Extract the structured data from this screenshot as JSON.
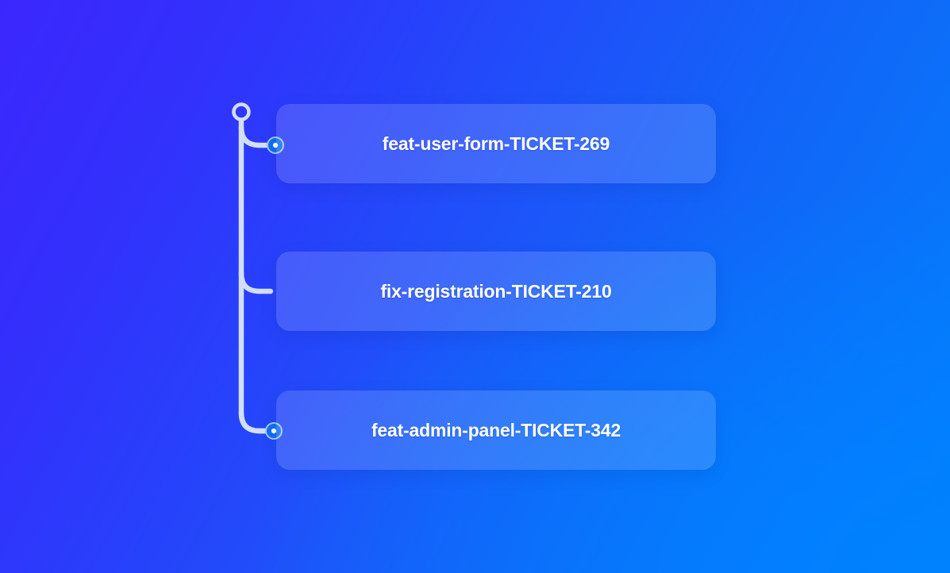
{
  "view": {
    "title": "Branch Graph",
    "background_from": "#3B27FD",
    "background_to": "#027FFD"
  },
  "graph": {
    "trunk_color": "#D2DEF3",
    "node_ring_color": "#9FC9F7",
    "node_fill_color": "#1170F0",
    "node_center_color": "#FFFFFF",
    "root_node_label": "root-node",
    "trunk_label": "branch-trunk-line"
  },
  "branches": [
    {
      "name": "feat-user-form-TICKET-269",
      "node_name": "branch-node-feat-user-form",
      "connector_name": "branch-connector-feat-user-form",
      "has_node_dot": true
    },
    {
      "name": "fix-registration-TICKET-210",
      "node_name": "branch-node-fix-registration",
      "connector_name": "branch-connector-fix-registration",
      "has_node_dot": false
    },
    {
      "name": "feat-admin-panel-TICKET-342",
      "node_name": "branch-node-feat-admin-panel",
      "connector_name": "branch-connector-feat-admin-panel",
      "has_node_dot": true
    }
  ]
}
